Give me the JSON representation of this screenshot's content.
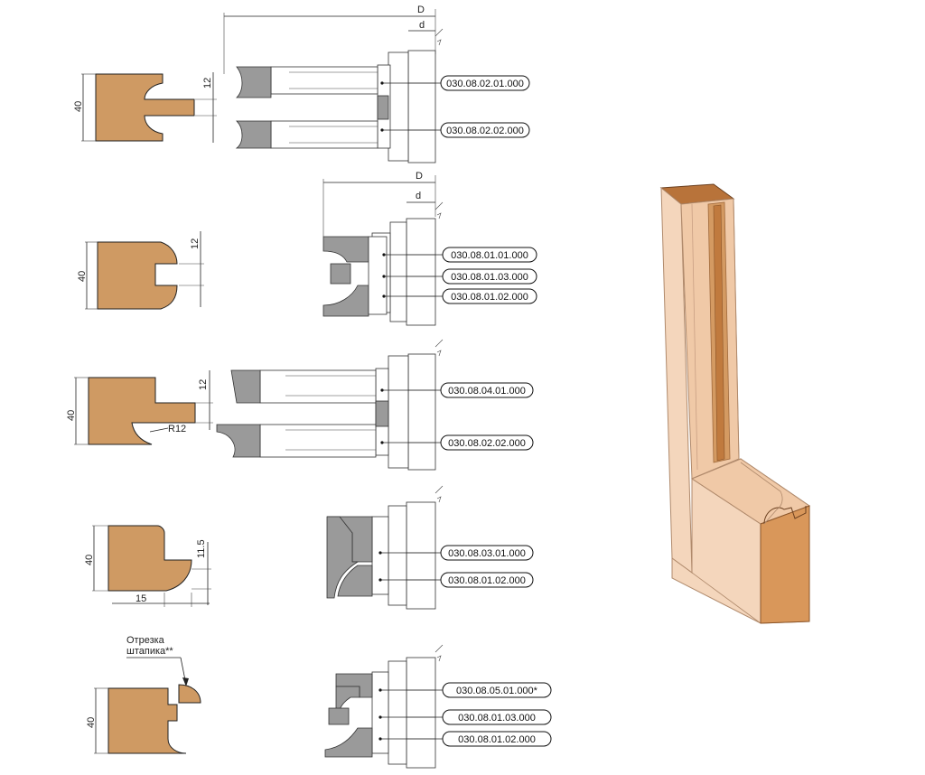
{
  "rows": [
    {
      "dims": {
        "height": "40",
        "slot": "12",
        "D": "D",
        "d": "d"
      },
      "parts": [
        "030.08.02.01.000",
        "030.08.02.02.000"
      ]
    },
    {
      "dims": {
        "height": "40",
        "slot": "12",
        "D": "D",
        "d": "d"
      },
      "parts": [
        "030.08.01.01.000",
        "030.08.01.03.000",
        "030.08.01.02.000"
      ]
    },
    {
      "dims": {
        "height": "40",
        "slot": "12",
        "radius": "R12"
      },
      "parts": [
        "030.08.04.01.000",
        "030.08.02.02.000"
      ]
    },
    {
      "dims": {
        "height": "40",
        "slot": "11.5",
        "width": "15"
      },
      "parts": [
        "030.08.03.01.000",
        "030.08.01.02.000"
      ]
    },
    {
      "dims": {
        "height": "40"
      },
      "note_line1": "Отрезка",
      "note_line2": "штапика**",
      "parts": [
        "030.08.05.01.000*",
        "030.08.01.03.000",
        "030.08.01.02.000"
      ]
    }
  ]
}
